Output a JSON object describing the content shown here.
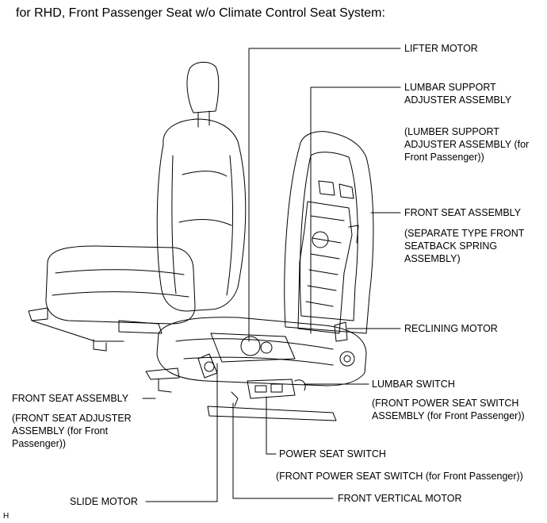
{
  "title": "for RHD, Front Passenger Seat w/o Climate Control Seat System:",
  "labels": {
    "lifter_motor": "LIFTER MOTOR",
    "lumbar_support_adjuster": "LUMBAR SUPPORT\nADJUSTER ASSEMBLY",
    "lumbar_support_adjuster_note": "(LUMBER SUPPORT\nADJUSTER ASSEMBLY (for\nFront Passenger))",
    "front_seat_assembly_right": "FRONT SEAT ASSEMBLY",
    "front_seat_assembly_right_note": "(SEPARATE TYPE FRONT\nSEATBACK SPRING\nASSEMBLY)",
    "reclining_motor": "RECLINING MOTOR",
    "lumbar_switch": "LUMBAR SWITCH",
    "lumbar_switch_note": "(FRONT POWER SEAT SWITCH\nASSEMBLY (for Front Passenger))",
    "front_seat_assembly_left": "FRONT SEAT ASSEMBLY",
    "front_seat_assembly_left_note": "(FRONT SEAT ADJUSTER\nASSEMBLY (for Front\nPassenger))",
    "power_seat_switch": "POWER SEAT SWITCH",
    "power_seat_switch_note": "(FRONT POWER SEAT SWITCH (for Front Passenger))",
    "slide_motor": "SLIDE MOTOR",
    "front_vertical_motor": "FRONT VERTICAL MOTOR"
  },
  "corner_mark": "H",
  "colors": {
    "line": "#000000",
    "background": "#ffffff"
  }
}
